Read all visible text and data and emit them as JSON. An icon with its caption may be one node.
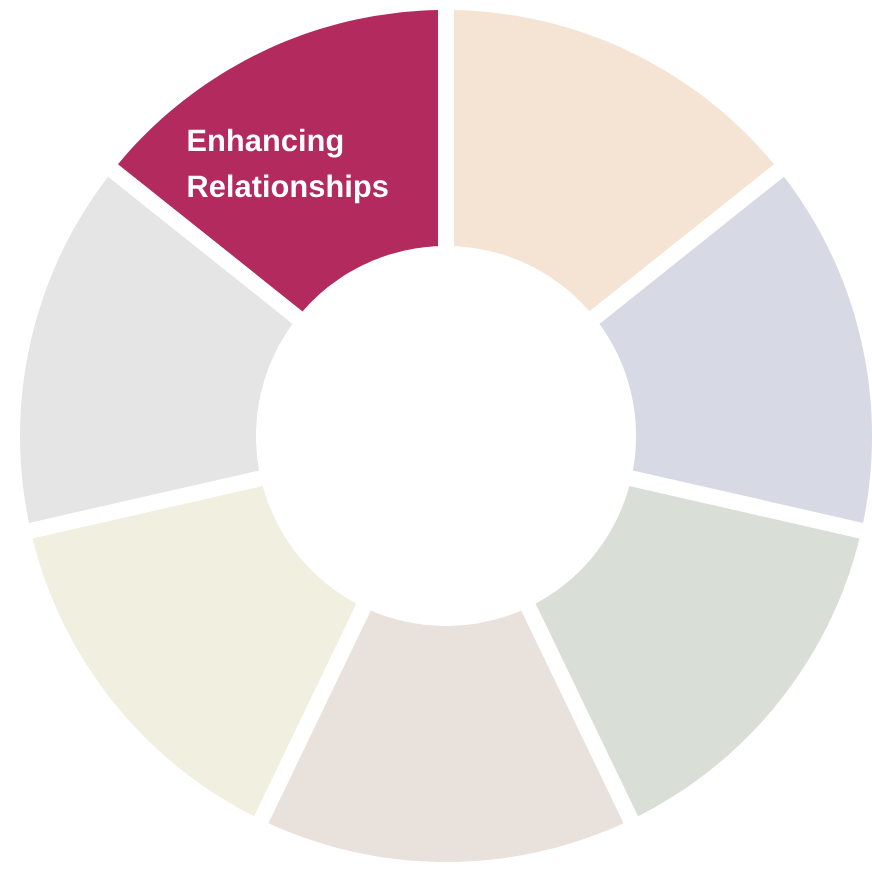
{
  "diagram": {
    "nodes": [
      {
        "text": [
          "Enhancing Relationships"
        ]
      },
      {
        "text": [],
        "shape": "sector"
      },
      {
        "text": [],
        "shape": "sector"
      },
      {
        "text": [],
        "shape": "sector"
      },
      {
        "text": [],
        "shape": "sector"
      },
      {
        "text": [],
        "shape": "sector"
      },
      {
        "text": [],
        "shape": "sector"
      }
    ]
  }
}
